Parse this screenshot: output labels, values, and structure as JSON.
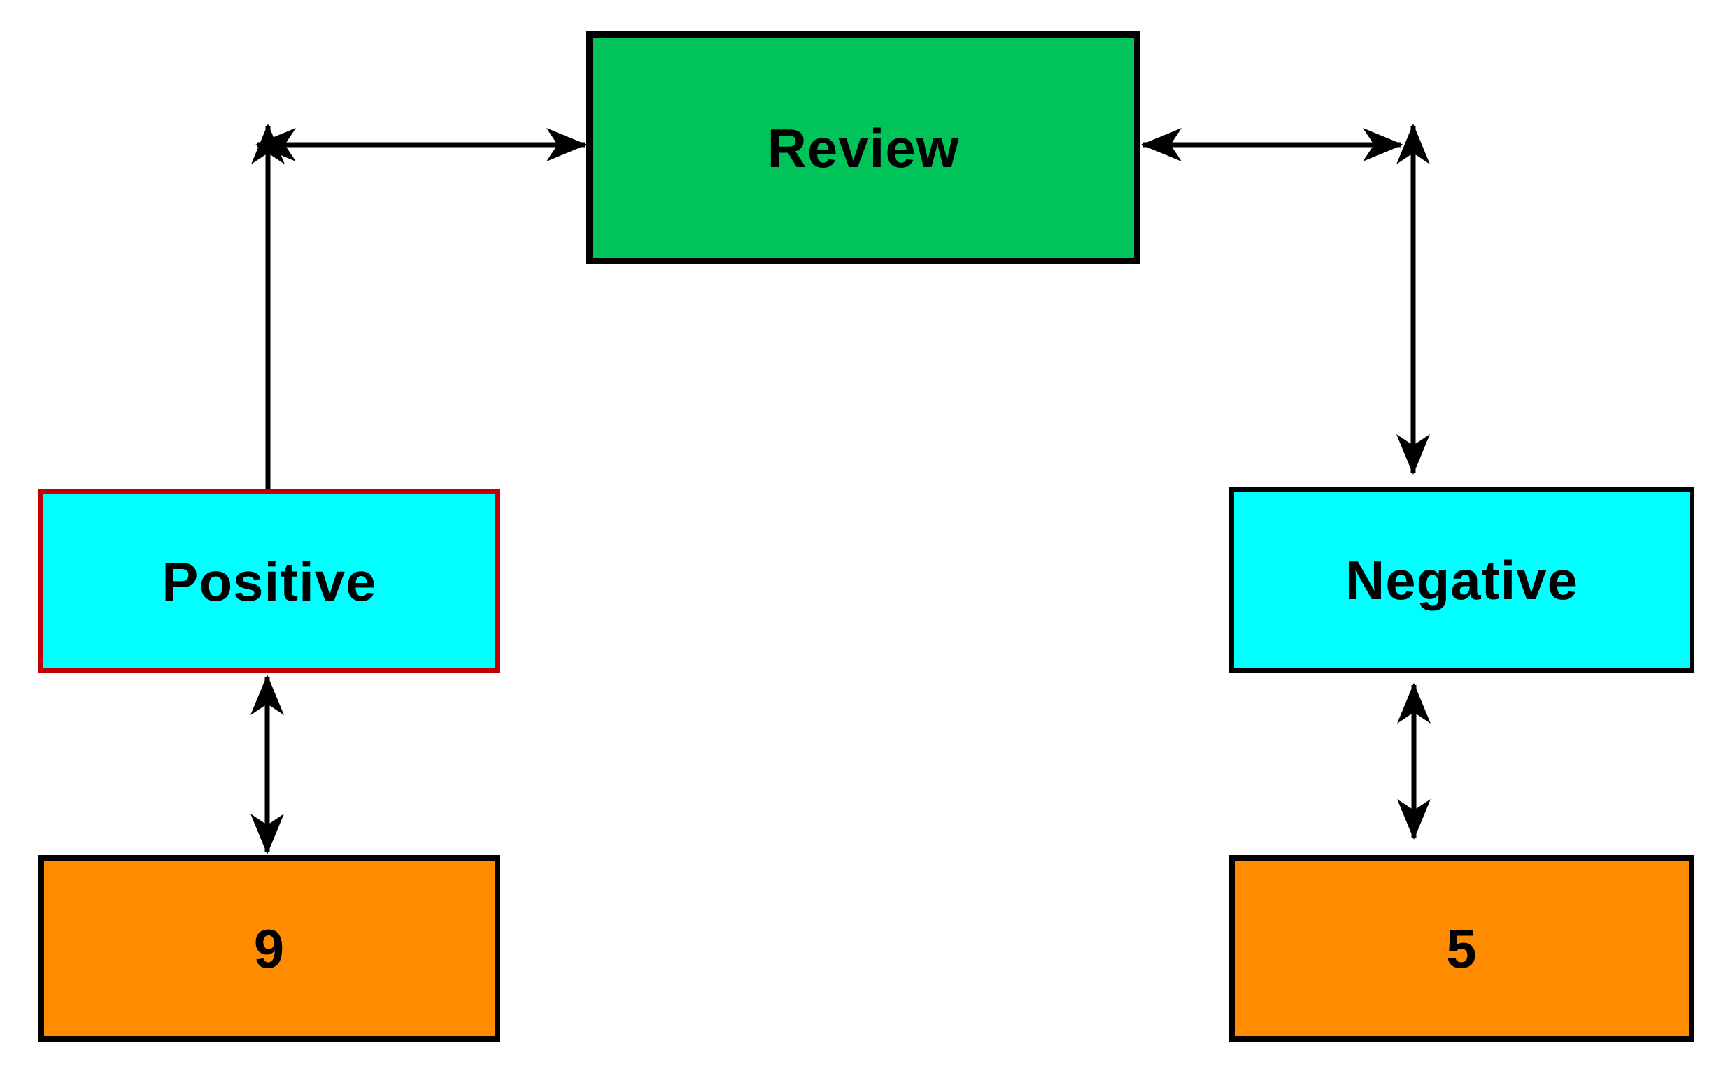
{
  "diagram": {
    "type": "flowchart",
    "background": "#ffffff",
    "edge_color": "#000000",
    "nodes": [
      {
        "id": "review",
        "label": "Review",
        "fill": "#00C45A",
        "border": "#000000",
        "shape": "rectangle"
      },
      {
        "id": "positive",
        "label": "Positive",
        "fill": "#00FFFF",
        "border": "#C00000",
        "shape": "rectangle"
      },
      {
        "id": "negative",
        "label": "Negative",
        "fill": "#00FFFF",
        "border": "#000000",
        "shape": "rectangle"
      },
      {
        "id": "nine",
        "label": "9",
        "fill": "#FF8C00",
        "border": "#000000",
        "shape": "rectangle"
      },
      {
        "id": "five",
        "label": "5",
        "fill": "#FF8C00",
        "border": "#000000",
        "shape": "rectangle"
      }
    ],
    "edges": [
      {
        "from": "review",
        "to": "positive",
        "bidirectional": true,
        "style": "elbow"
      },
      {
        "from": "review",
        "to": "negative",
        "bidirectional": true,
        "style": "elbow"
      },
      {
        "from": "positive",
        "to": "nine",
        "bidirectional": true,
        "style": "straight"
      },
      {
        "from": "negative",
        "to": "five",
        "bidirectional": true,
        "style": "straight"
      }
    ]
  }
}
